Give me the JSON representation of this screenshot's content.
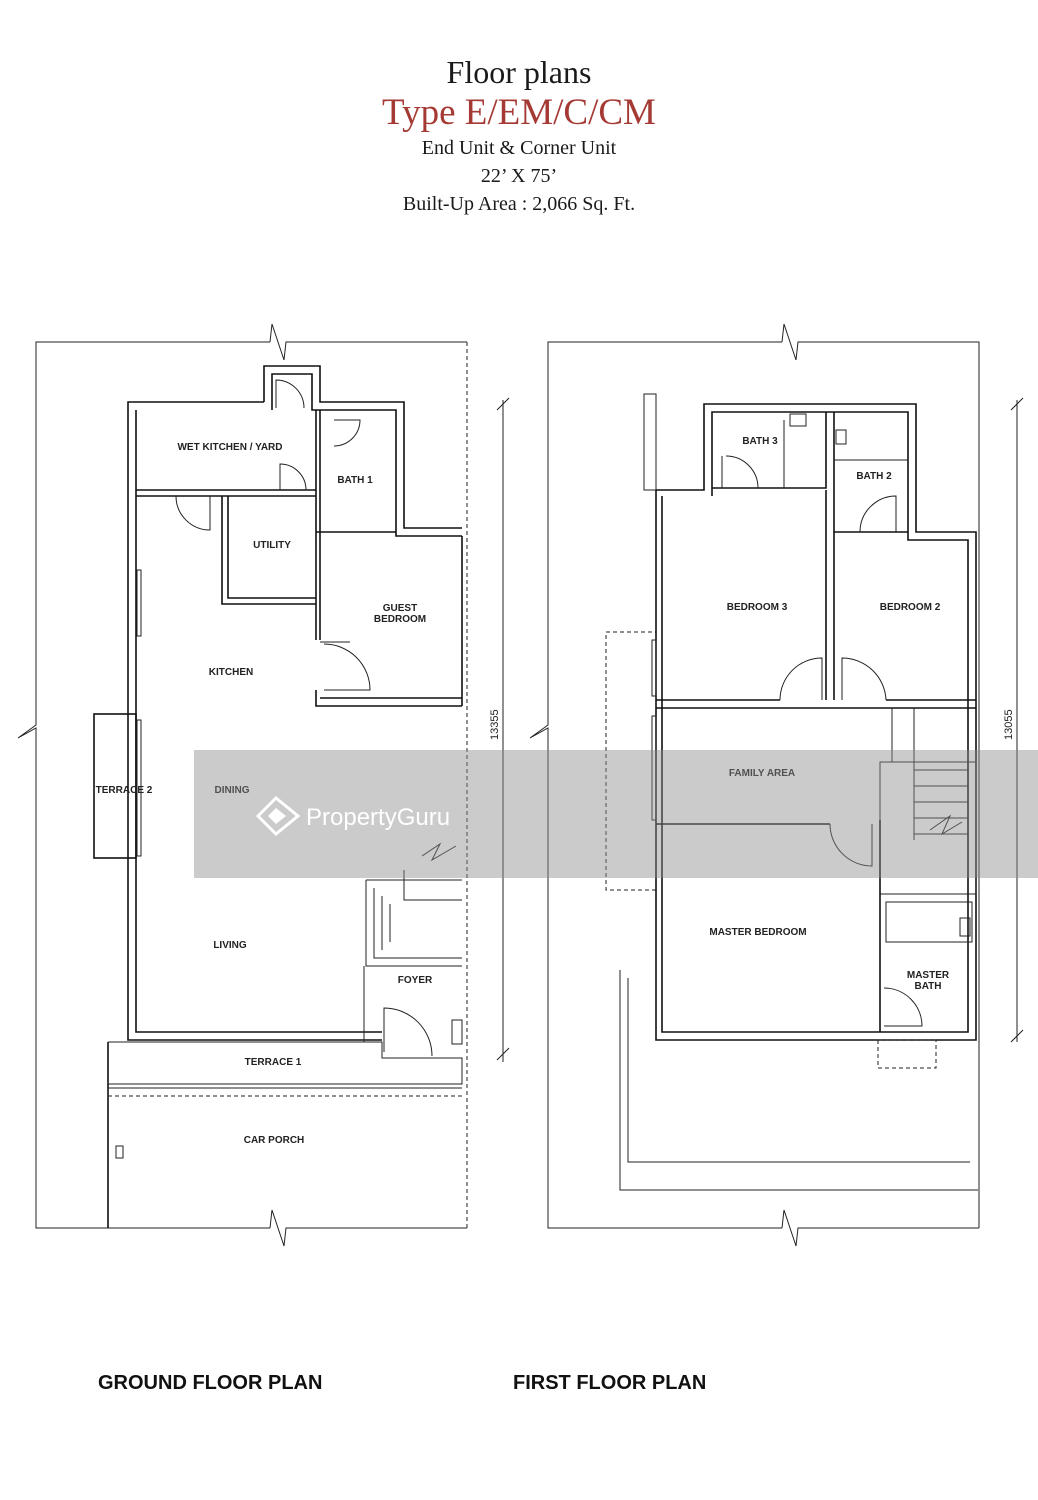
{
  "header": {
    "title": "Floor plans",
    "type": "Type E/EM/C/CM",
    "unit": "End  Unit & Corner  Unit",
    "size": "22’ X 75’",
    "area": "Built-Up Area : 2,066 Sq. Ft."
  },
  "ground": {
    "rooms": {
      "wet_kitchen": "WET KITCHEN / YARD",
      "bath1": "BATH 1",
      "utility": "UTILITY",
      "guest_bedroom_1": "GUEST",
      "guest_bedroom_2": "BEDROOM",
      "kitchen": "KITCHEN",
      "terrace2": "TERRACE 2",
      "dining": "DINING",
      "living": "LIVING",
      "foyer": "FOYER",
      "terrace1": "TERRACE 1",
      "car_porch": "CAR PORCH"
    },
    "dimension": "13355",
    "caption": "GROUND FLOOR PLAN"
  },
  "first": {
    "rooms": {
      "bath3": "BATH 3",
      "bath2": "BATH 2",
      "bedroom3": "BEDROOM 3",
      "bedroom2": "BEDROOM 2",
      "family_area": "FAMILY AREA",
      "master_bedroom": "MASTER BEDROOM",
      "master_bath_1": "MASTER",
      "master_bath_2": "BATH"
    },
    "dimension": "13055",
    "caption": "FIRST FLOOR PLAN"
  },
  "watermark": "PropertyGuru",
  "colors": {
    "accent": "#a53a35",
    "line": "#111111",
    "watermark_band": "#9a9a9a"
  }
}
